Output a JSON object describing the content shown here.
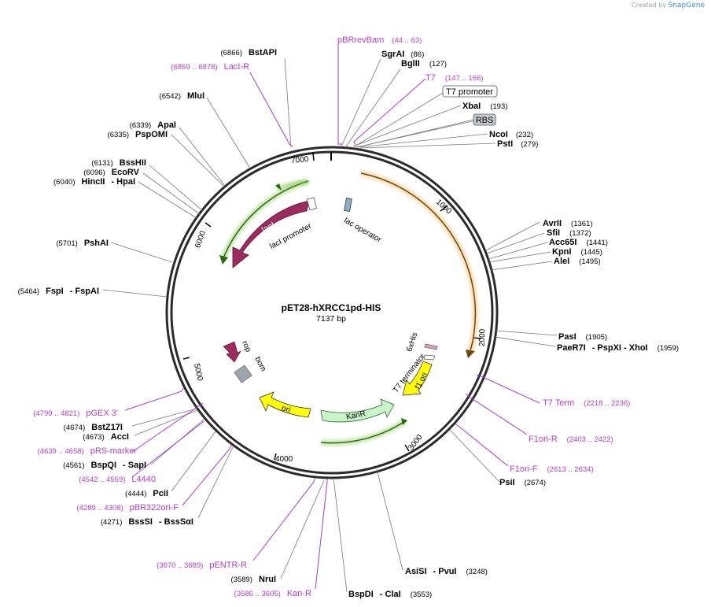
{
  "brand": {
    "prefix": "Created by",
    "name": "SnapGene"
  },
  "plasmid": {
    "name": "pET28-hXRCC1pd-HIS",
    "length": "7137 bp"
  },
  "ticks": [
    "1000",
    "2000",
    "3000",
    "4000",
    "5000",
    "6000",
    "7000"
  ],
  "enzymes": {
    "bstapi": {
      "name": "BstAPI",
      "pos": "(6866)"
    },
    "sgrai": {
      "name": "SgrAI",
      "pos": "(86)"
    },
    "bglii": {
      "name": "BglII",
      "pos": "(127)"
    },
    "xbai": {
      "name": "XbaI",
      "pos": "(193)"
    },
    "ncoi": {
      "name": "NcoI",
      "pos": "(232)"
    },
    "psti": {
      "name": "PstI",
      "pos": "(279)"
    },
    "mlui": {
      "name": "MluI",
      "pos": "(6542)"
    },
    "apai": {
      "name": "ApaI",
      "pos": "(6339)"
    },
    "pspomi": {
      "name": "PspOMI",
      "pos": "(6335)"
    },
    "bsshii": {
      "name": "BssHII",
      "pos": "(6131)"
    },
    "ecorv": {
      "name": "EcoRV",
      "pos": "(6096)"
    },
    "hincii": {
      "name": "HincII",
      "sep": "- HpaI",
      "pos": "(6040)"
    },
    "pshai": {
      "name": "PshAI",
      "pos": "(5701)"
    },
    "fspi": {
      "name": "FspI",
      "sep": "- FspAI",
      "pos": "(5464)"
    },
    "avrii": {
      "name": "AvrII",
      "pos": "(1361)"
    },
    "sfii": {
      "name": "SfiI",
      "pos": "(1372)"
    },
    "acc65i": {
      "name": "Acc65I",
      "pos": "(1441)"
    },
    "kpni": {
      "name": "KpnI",
      "pos": "(1445)"
    },
    "alei": {
      "name": "AleI",
      "pos": "(1495)"
    },
    "pasi": {
      "name": "PasI",
      "pos": "(1905)"
    },
    "paer7i": {
      "name": "PaeR7I",
      "sep": "- PspXI - XhoI",
      "pos": "(1959)"
    },
    "psii": {
      "name": "PsiI",
      "pos": "(2674)"
    },
    "bstz17i": {
      "name": "BstZ17I",
      "pos": "(4674)"
    },
    "acci": {
      "name": "AccI",
      "pos": "(4673)"
    },
    "bspqi": {
      "name": "BspQI",
      "sep": "- SapI",
      "pos": "(4561)"
    },
    "pcii": {
      "name": "PciI",
      "pos": "(4444)"
    },
    "bsssi": {
      "name": "BssSI",
      "sep": "- BssSαI",
      "pos": "(4271)"
    },
    "nrui": {
      "name": "NruI",
      "pos": "(3589)"
    },
    "asisi": {
      "name": "AsiSI",
      "sep": "- PvuI",
      "pos": "(3248)"
    },
    "bspdi": {
      "name": "BspDI",
      "sep": "- ClaI",
      "pos": "(3553)"
    }
  },
  "primers": {
    "pbrrevbam": {
      "name": "pBRrevBam",
      "pos": "(44 .. 63)"
    },
    "lacir": {
      "name": "LacI-R",
      "pos": "(6859 .. 6878)"
    },
    "t7": {
      "name": "T7",
      "pos": "(147 .. 166)"
    },
    "t7term": {
      "name": "T7 Term",
      "pos": "(2218 .. 2236)"
    },
    "f1orir": {
      "name": "F1ori-R",
      "pos": "(2403 .. 2422)"
    },
    "f1orif": {
      "name": "F1ori-F",
      "pos": "(2613 .. 2634)"
    },
    "pgex3": {
      "name": "pGEX 3'",
      "pos": "(4799 .. 4821)"
    },
    "prsmarker": {
      "name": "pRS-marker",
      "pos": "(4639 .. 4658)"
    },
    "l4440": {
      "name": "L4440",
      "pos": "(4542 .. 4559)"
    },
    "pbr322orif": {
      "name": "pBR322ori-F",
      "pos": "(4289 .. 4308)"
    },
    "pentrr": {
      "name": "pENTR-R",
      "pos": "(3670 .. 3689)"
    },
    "kanr_primer": {
      "name": "Kan-R",
      "pos": "(3586 .. 3605)"
    }
  },
  "boxed": {
    "t7promoter": "T7 promoter",
    "rbs": "RBS"
  },
  "features": {
    "laci": "lacI",
    "laci_promoter": "lacI promoter",
    "lac_operator": "lac operator",
    "rop": "rop",
    "bom": "bom",
    "ori": "ori",
    "kanr": "KanR",
    "f1ori": "f1 ori",
    "t7terminator": "T7 terminator",
    "his": "6xHis"
  },
  "colors": {
    "backbone": "#2b2b2b",
    "laci": "#9c2c5e",
    "kanr": "#c9f5c9",
    "ori": "#ffff00",
    "f1ori": "#ffff00",
    "orf": "#7dc242",
    "orange_orf": "#f4a940",
    "primer": "#9c3fd0",
    "misc": "#a0a4aa"
  }
}
